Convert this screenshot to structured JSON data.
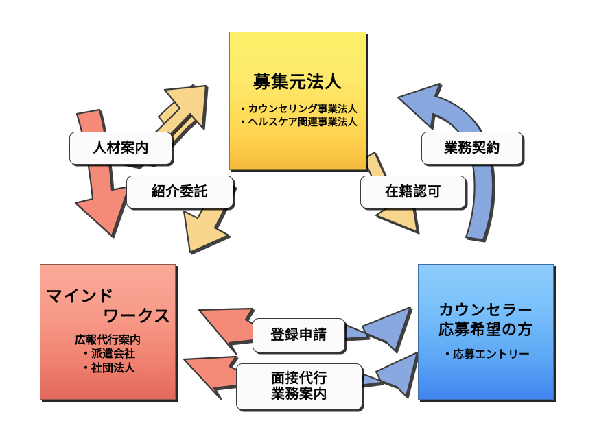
{
  "diagram": {
    "title": "",
    "colors": {
      "top_node_fill_light": "#fdf06a",
      "top_node_fill_dark": "#f5b93d",
      "left_node_fill_light": "#fba998",
      "left_node_fill_dark": "#e0685c",
      "right_node_fill_light": "#8ecdfb",
      "right_node_fill_dark": "#3f84ee",
      "arrow_yellow": "#f8d58c",
      "arrow_salmon": "#f58a79",
      "arrow_blue": "#8aa8e0",
      "label_fill": "#fbfbfb",
      "outline": "#3b3b3b",
      "text": "#000000"
    },
    "nodes": [
      {
        "id": "top",
        "title": "募集元法人",
        "sub_lines": [
          "・カウンセリング事業法人",
          "・ヘルスケア関連事業法人"
        ]
      },
      {
        "id": "left",
        "title_line1": "マインド",
        "title_line2": "ワークス",
        "sub_lines": [
          "広報代行案内",
          "・派遣会社",
          "・社団法人"
        ]
      },
      {
        "id": "right",
        "title_line1": "カウンセラー",
        "title_line2": "応募希望の方",
        "sub_lines": [
          "・応募エントリー"
        ]
      }
    ],
    "labels": [
      {
        "id": "jinzai",
        "text": "人材案内",
        "arrow": "salmon-down-left"
      },
      {
        "id": "shokai",
        "text": "紹介委託",
        "arrow": "yellow-up-right"
      },
      {
        "id": "gyomu",
        "text": "業務契約",
        "arrow": "blue-up-left"
      },
      {
        "id": "zaiseki",
        "text": "在籍認可",
        "arrow": "yellow-down-right"
      },
      {
        "id": "toroku",
        "text": "登録申請",
        "arrow": "blue-right-salmon-left"
      },
      {
        "id": "mensetsu",
        "line1": "面接代行",
        "line2": "業務案内",
        "arrow": "blue-right-salmon-left"
      }
    ]
  }
}
